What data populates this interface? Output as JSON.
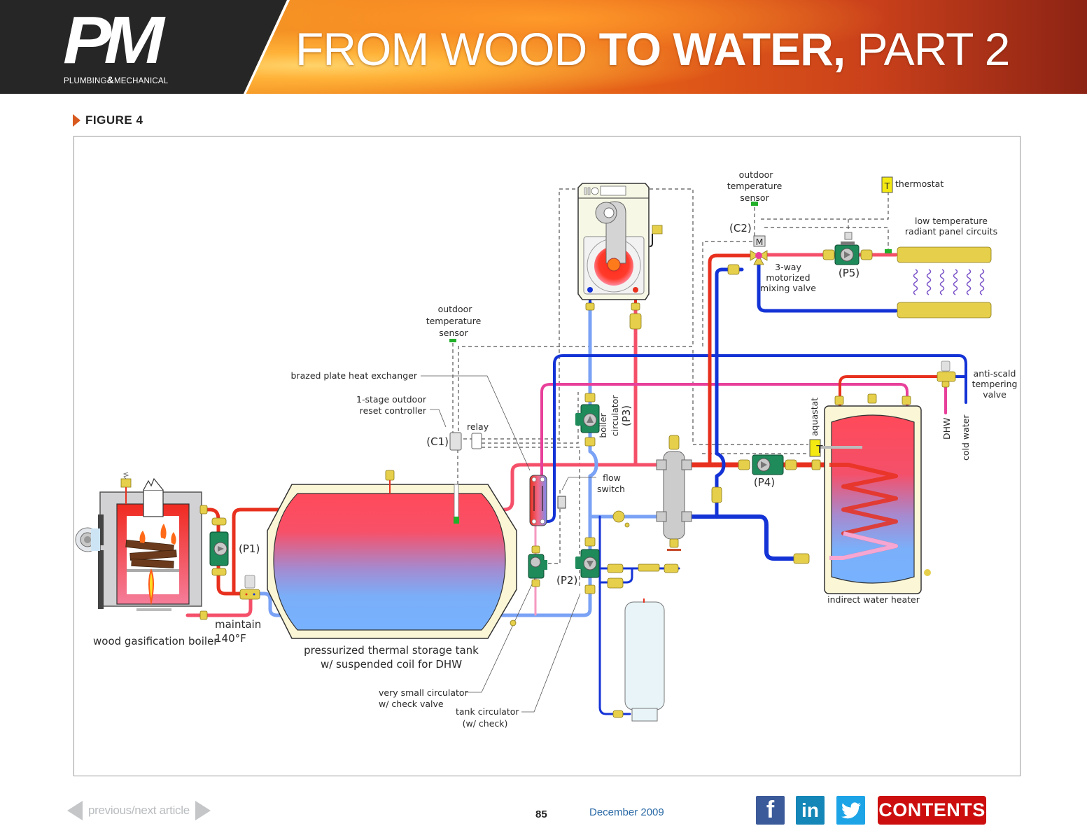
{
  "header": {
    "logo_main": "PM",
    "logo_sub_left": "PLUMBING",
    "logo_sub_amp": "&",
    "logo_sub_right": "MECHANICAL",
    "title_part1": "FROM WOOD ",
    "title_part2": "TO WATER,",
    "title_part3": " PART 2"
  },
  "figure": {
    "label": "FIGURE 4",
    "labels": {
      "wood_boiler": "wood gasification boiler",
      "maintain": "maintain",
      "maintain_temp": "140°F",
      "p1": "(P1)",
      "tank_line1": "pressurized thermal storage tank",
      "tank_line2": "w/ suspended coil for DHW",
      "sensor1_line1": "outdoor",
      "sensor1_line2": "temperature",
      "sensor1_line3": "sensor",
      "brazed_hx": "brazed plate heat exchanger",
      "reset_line1": "1-stage outdoor",
      "reset_line2": "reset controller",
      "relay": "relay",
      "c1": "(C1)",
      "boiler_circ_line1": "boiler",
      "boiler_circ_line2": "circulator",
      "boiler_circ_line3": "(P3)",
      "flow_switch_line1": "flow",
      "flow_switch_line2": "switch",
      "p2": "(P2)",
      "small_circ_line1": "very small circulator",
      "small_circ_line2": "w/ check valve",
      "tank_circ_line1": "tank circulator",
      "tank_circ_line2": "(w/ check)",
      "sensor2_line1": "outdoor",
      "sensor2_line2": "temperature",
      "sensor2_line3": "sensor",
      "c2": "(C2)",
      "motor_m": "M",
      "thermostat_t": "T",
      "thermostat": "thermostat",
      "radiant_line1": "low temperature",
      "radiant_line2": "radiant panel circuits",
      "mixing_line1": "3-way",
      "mixing_line2": "motorized",
      "mixing_line3": "mixing valve",
      "p5": "(P5)",
      "p4": "(P4)",
      "aquastat": "aquastat",
      "aquastat_t": "T",
      "anti_scald_line1": "anti-scald",
      "anti_scald_line2": "tempering",
      "anti_scald_line3": "valve",
      "dhw": "DHW",
      "cold_water": "cold water",
      "indirect_heater": "indirect water heater"
    },
    "colors": {
      "hot_supply": "#e8301e",
      "warm": "#f24d62",
      "pink_dhw": "#e8409a",
      "cool_return": "#7aa2f5",
      "cold_blue": "#1433d6",
      "brass": "#e6cf4a",
      "pump_green": "#1f8a5a",
      "sensor_green": "#22b02b",
      "jacket_cream": "#fbf6d6"
    }
  },
  "footer": {
    "nav_label": "previous/next article",
    "page_number": "85",
    "issue_date": "December 2009",
    "facebook": "f",
    "linkedin": "in",
    "contents": "CONTENTS"
  }
}
